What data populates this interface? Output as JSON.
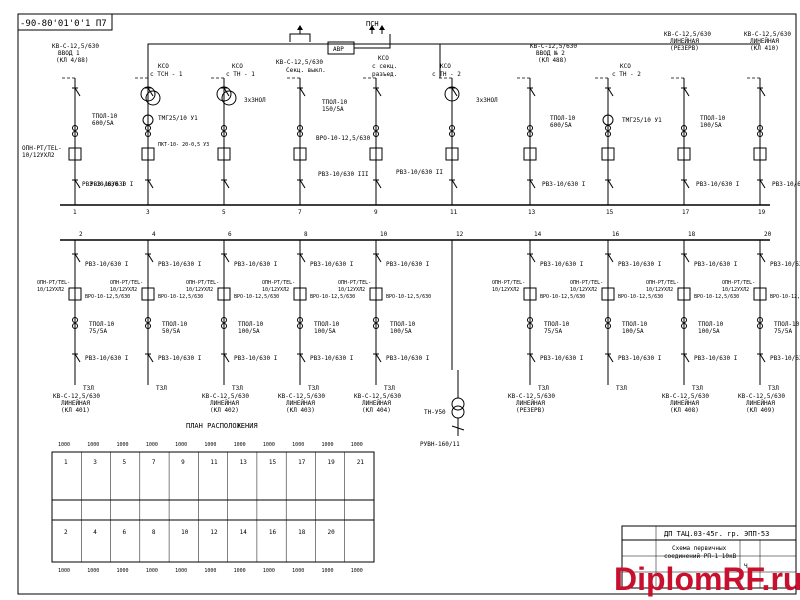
{
  "corner_code": "-90-80'01'0'1 П7",
  "psn_label": "ПСН",
  "avr_label": "АВР",
  "top_left_feeder": [
    "КВ-С-12,5/630",
    "ВВОД 1",
    "(КЛ 4/88)"
  ],
  "top_right_feeders": [
    [
      "КВ-С-12,5/630",
      "ВВОД № 2",
      "(КЛ 488)"
    ],
    [
      "КВ-С-12,5/630",
      "ЛИНЕЙНАЯ",
      "(РЕЗЕРВ)"
    ],
    [
      "КВ-С-12,5/630",
      "ЛИНЕЙНАЯ",
      "(КЛ 410)"
    ]
  ],
  "ksd_tsn1": [
    "КСО",
    "с ТСН - 1"
  ],
  "ksd_tn1": [
    "КСО",
    "с ТН - 1"
  ],
  "ksd_sec": [
    "КВ-С-12,5/630",
    "Секц. выкл."
  ],
  "ksd_sec_razd": [
    "КСО",
    "с секц.",
    "разъед."
  ],
  "ksd_tn2": [
    "КСО",
    "с ТН - 2"
  ],
  "ksd_tsn2": [
    "КСО",
    "с ТН - 2"
  ],
  "top_equipment": {
    "tmg": "ТМГ25/10 У1",
    "tmg2": "ТМГ25/10 У1",
    "znol": "3xЗНОЛ",
    "znol2": "3xЗНОЛ",
    "tpol_600": "ТПОЛ-10\n600/5А",
    "tpol_150": "ТПОЛ-10\n150/5А",
    "tpol_600b": "ТПОЛ-10\n600/5А",
    "tpol_100": "ТПОЛ-10\n100/5А",
    "vpo": "ВРО-10-12,5/630",
    "opn": "ОПН-РТ/TEL-\n10/12УХЛ2",
    "rvz_i": "РВЗ-10/630 I",
    "rvz_ii": "РВЗ-10/630 II",
    "rvz_iii": "РВЗ-10/630 III",
    "pkt": "ПКТ-10-\n20-0,5 УЗ"
  },
  "top_cell_numbers": [
    "1",
    "3",
    "5",
    "7",
    "9",
    "11",
    "13",
    "15",
    "17",
    "19"
  ],
  "bottom_cell_numbers": [
    "2",
    "4",
    "6",
    "8",
    "10",
    "12",
    "14",
    "16",
    "18",
    "20"
  ],
  "bottom_common": {
    "rvz": "РВЗ-10/630 I",
    "opn": "ОПН-РТ/TEL-\n10/12УХЛ2",
    "vpo": "ВРО-10-12,5/630",
    "tzl": "ТЗЛ"
  },
  "bottom_tpol": [
    "ТПОЛ-10\n75/5А",
    "ТПОЛ-10\n50/5А",
    "ТПОЛ-10\n100/5А",
    "ТПОЛ-10\n100/5А",
    "ТПОЛ-10\n100/5А",
    "ТПОЛ-10\n75/5А",
    "ТПОЛ-10\n100/5А",
    "ТПОЛ-10\n100/5А",
    "ТПОЛ-10\n75/5А"
  ],
  "bottom_feeders": [
    [
      "КВ-С-12,5/630",
      "ЛИНЕЙНАЯ",
      "(КЛ 401)"
    ],
    [
      "КВ-С-12,5/630",
      "ЛИНЕЙНАЯ",
      "(КЛ 402)"
    ],
    [
      "КВ-С-12,5/630",
      "ЛИНЕЙНАЯ",
      "(КЛ 403)"
    ],
    [
      "КВ-С-12,5/630",
      "ЛИНЕЙНАЯ",
      "(КЛ 404)"
    ],
    [
      "КВ-С-12,5/630",
      "ЛИНЕЙНАЯ",
      "(РЕЗЕРВ)"
    ],
    [
      "КВ-С-12,5/630",
      "ЛИНЕЙНАЯ",
      "(КЛ 408)"
    ],
    [
      "КВ-С-12,5/630",
      "ЛИНЕЙНАЯ",
      "(КЛ 409)"
    ]
  ],
  "tn_label": "ТН-У50",
  "ruvn_label": "РУВН-160/11",
  "plan_title": "ПЛАН РАСПОЛОЖЕНИЯ",
  "plan_top_row": [
    "1",
    "3",
    "5",
    "7",
    "9",
    "11",
    "13",
    "15",
    "17",
    "19",
    "21"
  ],
  "plan_bottom_row": [
    "2",
    "4",
    "6",
    "8",
    "10",
    "12",
    "14",
    "16",
    "18",
    "20"
  ],
  "plan_dims": [
    "1000",
    "1000",
    "1000",
    "1000",
    "1000",
    "1000",
    "1000",
    "1000",
    "1000",
    "1000",
    "1000"
  ],
  "title_block": {
    "doc_code": "ДП ТАЦ.03-45г. гр. ЭПП-53",
    "desc": [
      "Схема первичных",
      "соединений РП-1 10кВ"
    ],
    "sheet": "Ч"
  },
  "watermark": "DiplomRF.ru",
  "colors": {
    "ink": "#000000",
    "paper": "#ffffff",
    "watermark": "#c8102e"
  }
}
